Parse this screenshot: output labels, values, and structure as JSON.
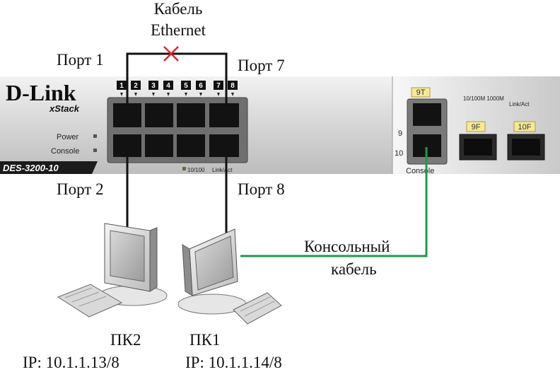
{
  "labels": {
    "cable_ethernet_line1": "Кабель",
    "cable_ethernet_line2": "Ethernet",
    "port1": "Порт 1",
    "port7": "Порт 7",
    "port2": "Порт 2",
    "port8": "Порт 8",
    "console_cable_line1": "Консольный",
    "console_cable_line2": "кабель",
    "pc2_name": "ПК2",
    "pc2_ip": "IP: 10.1.1.13/8",
    "pc1_name": "ПК1",
    "pc1_ip": "IP: 10.1.1.14/8"
  },
  "switch": {
    "brand": "D-Link",
    "series": "xStack",
    "model": "DES-3200-10",
    "power_label": "Power",
    "console_label": "Console",
    "port_numbers": [
      "1",
      "2",
      "3",
      "4",
      "5",
      "6",
      "7",
      "8"
    ],
    "legend_speed": "10/100",
    "legend_linkact": "Link/Act",
    "combo_port_9t": "9T",
    "combo_speed": "10/100M 1000M",
    "combo_linkact": "Link/Act",
    "sfp_9f": "9F",
    "sfp_10f": "10F",
    "side_port_9": "9",
    "side_port_10": "10",
    "console_port_label": "Console"
  },
  "colors": {
    "ethernet_cable": "#111111",
    "console_cable": "#1f9a4a",
    "cross_mark": "#e0242a",
    "tag_fill": "#f4e89a"
  }
}
